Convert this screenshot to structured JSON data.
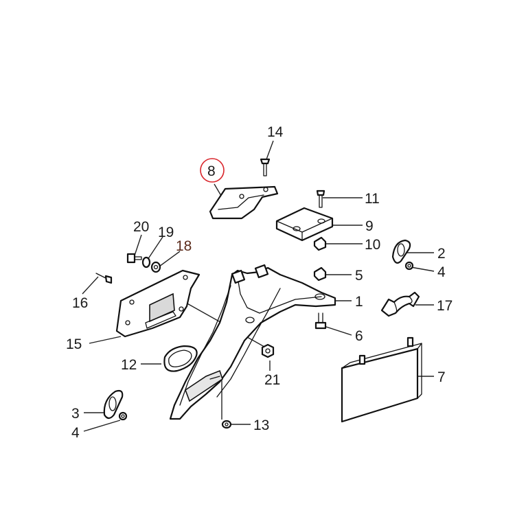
{
  "diagram": {
    "labels": [
      {
        "id": "14",
        "text": "14"
      },
      {
        "id": "8",
        "text": "8",
        "highlighted": true
      },
      {
        "id": "11",
        "text": "11"
      },
      {
        "id": "9",
        "text": "9"
      },
      {
        "id": "10",
        "text": "10"
      },
      {
        "id": "2",
        "text": "2"
      },
      {
        "id": "4a",
        "text": "4"
      },
      {
        "id": "20",
        "text": "20"
      },
      {
        "id": "19",
        "text": "19"
      },
      {
        "id": "18",
        "text": "18",
        "brown": true
      },
      {
        "id": "5",
        "text": "5"
      },
      {
        "id": "1",
        "text": "1"
      },
      {
        "id": "17",
        "text": "17"
      },
      {
        "id": "16",
        "text": "16"
      },
      {
        "id": "6",
        "text": "6"
      },
      {
        "id": "15",
        "text": "15"
      },
      {
        "id": "12",
        "text": "12"
      },
      {
        "id": "21",
        "text": "21"
      },
      {
        "id": "7",
        "text": "7"
      },
      {
        "id": "3",
        "text": "3"
      },
      {
        "id": "4b",
        "text": "4"
      },
      {
        "id": "13",
        "text": "13"
      }
    ],
    "highlight_color": "#d9252b",
    "label_color": "#1a1a1a",
    "brown_label_color": "#5a2a1a"
  }
}
